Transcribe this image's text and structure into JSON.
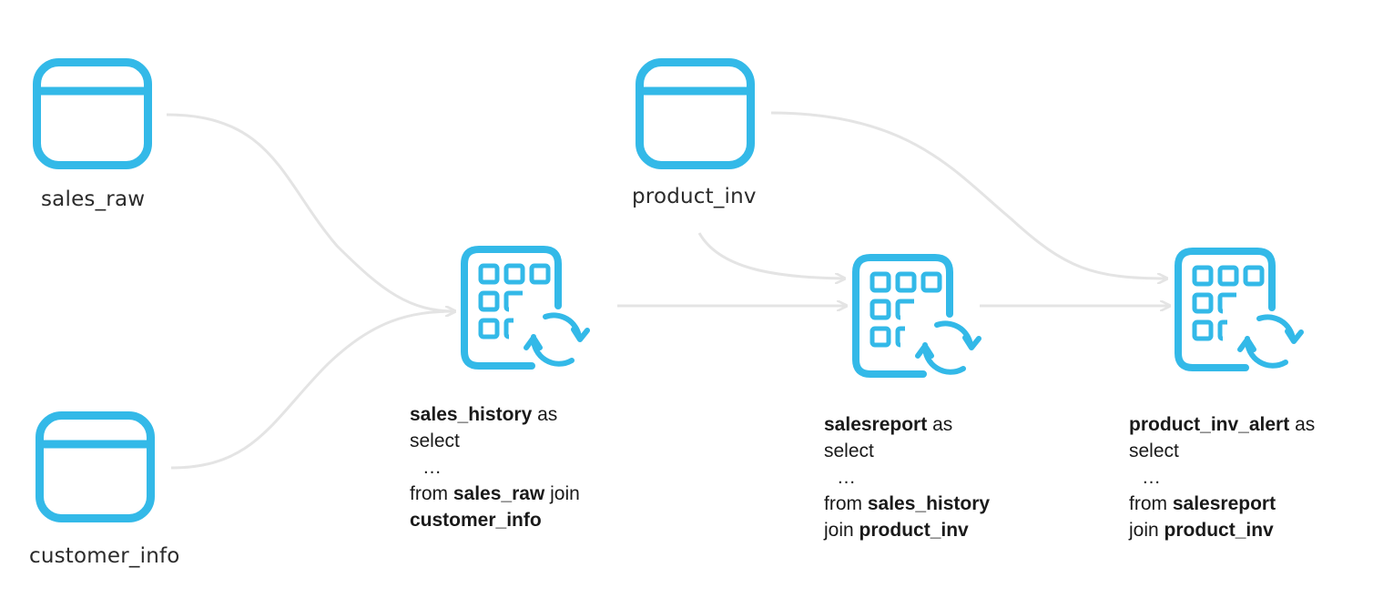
{
  "colors": {
    "icon": "#33b9e8",
    "edge": "#e4e4e4",
    "text": "#1a1a1a"
  },
  "tables": [
    {
      "id": "sales_raw",
      "label": "sales_raw",
      "icon": "table-icon"
    },
    {
      "id": "customer_info",
      "label": "customer_info",
      "icon": "table-icon"
    },
    {
      "id": "product_inv",
      "label": "product_inv",
      "icon": "table-icon"
    }
  ],
  "views": [
    {
      "id": "sales_history",
      "icon": "materialized-view-icon",
      "name": "sales_history",
      "as_kw": "as",
      "select_kw": "select",
      "ellipsis": "…",
      "from_kw": "from",
      "source1": "sales_raw",
      "join_kw": "join",
      "source2": "customer_info"
    },
    {
      "id": "salesreport",
      "icon": "materialized-view-icon",
      "name": "salesreport",
      "as_kw": "as",
      "select_kw": "select",
      "ellipsis": "…",
      "from_kw": "from",
      "source1": "sales_history",
      "join_kw": "join",
      "source2": "product_inv"
    },
    {
      "id": "product_inv_alert",
      "icon": "materialized-view-icon",
      "name": "product_inv_alert",
      "as_kw": "as",
      "select_kw": "select",
      "ellipsis": "…",
      "from_kw": "from",
      "source1": "salesreport",
      "join_kw": "join",
      "source2": "product_inv"
    }
  ],
  "edges": [
    {
      "from": "sales_raw",
      "to": "sales_history"
    },
    {
      "from": "customer_info",
      "to": "sales_history"
    },
    {
      "from": "sales_history",
      "to": "salesreport"
    },
    {
      "from": "product_inv",
      "to": "salesreport"
    },
    {
      "from": "product_inv",
      "to": "product_inv_alert"
    },
    {
      "from": "salesreport",
      "to": "product_inv_alert"
    }
  ]
}
